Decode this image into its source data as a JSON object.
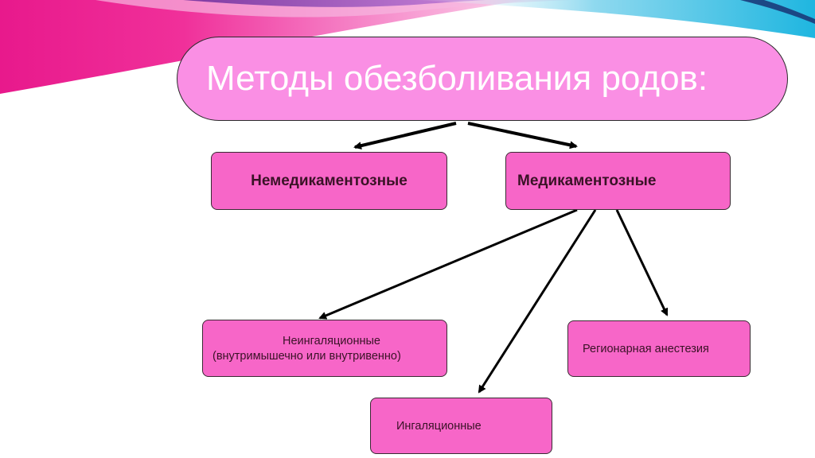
{
  "slide": {
    "title": "Методы обезболивания родов:",
    "level1": {
      "left": "Немедикаментозные",
      "right": "Медикаментозные"
    },
    "level2": {
      "noninhalation_line1": "Неингаляционные",
      "noninhalation_line2": "(внутримышечно или внутривенно)",
      "regional": "Регионарная анестезия",
      "inhalation": "Ингаляционные"
    }
  },
  "colors": {
    "title_fill": "#fa8fe4",
    "box_fill": "#f766c8",
    "decor_magenta": "#e8198c",
    "decor_cyan": "#1fb6e0"
  }
}
